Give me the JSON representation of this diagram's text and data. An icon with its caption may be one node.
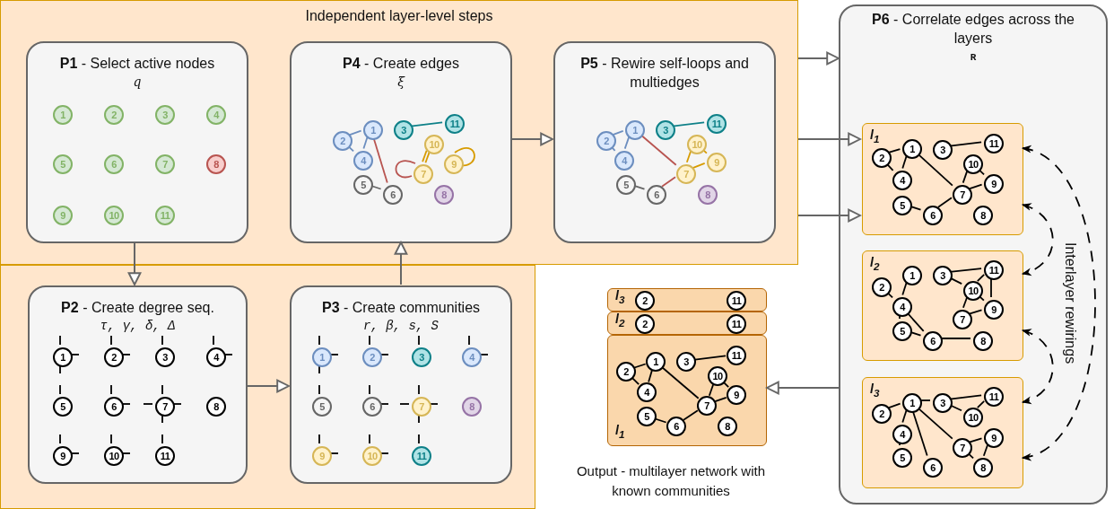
{
  "diagram": {
    "nodes": [
      {
        "text": [
          "Independent layer-level steps"
        ]
      },
      {
        "text": [
          "**P1** - Select active nodes",
          "q"
        ],
        "in": 0
      },
      {
        "text": [
          "1"
        ],
        "in": 1
      },
      {
        "text": [
          "2"
        ],
        "in": 1
      },
      {
        "text": [
          "3"
        ],
        "in": 1
      },
      {
        "text": [
          "4"
        ],
        "in": 1
      },
      {
        "text": [
          "5"
        ],
        "in": 1
      },
      {
        "text": [
          "6"
        ],
        "in": 1
      },
      {
        "text": [
          "7"
        ],
        "in": 1
      },
      {
        "text": [
          "8"
        ],
        "in": 1
      },
      {
        "text": [
          "9"
        ],
        "in": 1
      },
      {
        "text": [
          "10"
        ],
        "in": 1
      },
      {
        "text": [
          "11"
        ],
        "in": 1
      },
      {
        "text": [
          "**P4** - Create edges",
          "ξ"
        ],
        "in": 0
      },
      {
        "text": [
          "1"
        ],
        "in": 13
      },
      {
        "text": [
          "2"
        ],
        "in": 13
      },
      {
        "text": [
          "3"
        ],
        "in": 13
      },
      {
        "text": [
          "4"
        ],
        "in": 13
      },
      {
        "text": [
          "5"
        ],
        "in": 13
      },
      {
        "text": [
          "6"
        ],
        "in": 13
      },
      {
        "text": [
          "7"
        ],
        "in": 13
      },
      {
        "text": [
          "8"
        ],
        "in": 13
      },
      {
        "text": [
          "9"
        ],
        "in": 13
      },
      {
        "text": [
          "10"
        ],
        "in": 13
      },
      {
        "text": [
          "11"
        ],
        "in": 13
      },
      {
        "text": [
          "**P5** - Rewire self-loops and multiedges"
        ],
        "in": 0
      },
      {
        "text": [
          "1"
        ],
        "in": 25
      },
      {
        "text": [
          "2"
        ],
        "in": 25
      },
      {
        "text": [
          "3"
        ],
        "in": 25
      },
      {
        "text": [
          "4"
        ],
        "in": 25
      },
      {
        "text": [
          "5"
        ],
        "in": 25
      },
      {
        "text": [
          "6"
        ],
        "in": 25
      },
      {
        "text": [
          "7"
        ],
        "in": 25
      },
      {
        "text": [
          "8"
        ],
        "in": 25
      },
      {
        "text": [
          "9"
        ],
        "in": 25
      },
      {
        "text": [
          "10"
        ],
        "in": 25
      },
      {
        "text": [
          "11"
        ],
        "in": 25
      },
      {
        "text": [],
        "shape": "box"
      },
      {
        "text": [
          "**P2** - Create degree seq.",
          "τ, γ, δ, Δ"
        ],
        "in": 37
      },
      {
        "text": [
          "1"
        ],
        "in": 38
      },
      {
        "text": [
          "2"
        ],
        "in": 38
      },
      {
        "text": [
          "3"
        ],
        "in": 38
      },
      {
        "text": [
          "4"
        ],
        "in": 38
      },
      {
        "text": [
          "5"
        ],
        "in": 38
      },
      {
        "text": [
          "6"
        ],
        "in": 38
      },
      {
        "text": [
          "7"
        ],
        "in": 38
      },
      {
        "text": [
          "8"
        ],
        "in": 38
      },
      {
        "text": [
          "9"
        ],
        "in": 38
      },
      {
        "text": [
          "10"
        ],
        "in": 38
      },
      {
        "text": [
          "11"
        ],
        "in": 38
      },
      {
        "text": [
          "**P3** - Create communities",
          "r, β, s, S"
        ],
        "in": 37
      },
      {
        "text": [
          "1"
        ],
        "in": 50
      },
      {
        "text": [
          "2"
        ],
        "in": 50
      },
      {
        "text": [
          "3"
        ],
        "in": 50
      },
      {
        "text": [
          "4"
        ],
        "in": 50
      },
      {
        "text": [
          "5"
        ],
        "in": 50
      },
      {
        "text": [
          "6"
        ],
        "in": 50
      },
      {
        "text": [
          "7"
        ],
        "in": 50
      },
      {
        "text": [
          "8"
        ],
        "in": 50
      },
      {
        "text": [
          "9"
        ],
        "in": 50
      },
      {
        "text": [
          "10"
        ],
        "in": 50
      },
      {
        "text": [
          "11"
        ],
        "in": 50
      },
      {
        "text": [
          "**P6** - Correlate edges across the layers",
          "R"
        ]
      },
      {
        "text": [
          "l$_{1}$"
        ],
        "in": 62
      },
      {
        "text": [
          "1"
        ],
        "in": 63
      },
      {
        "text": [
          "2"
        ],
        "in": 63
      },
      {
        "text": [
          "3"
        ],
        "in": 63
      },
      {
        "text": [
          "4"
        ],
        "in": 63
      },
      {
        "text": [
          "5"
        ],
        "in": 63
      },
      {
        "text": [
          "6"
        ],
        "in": 63
      },
      {
        "text": [
          "7"
        ],
        "in": 63
      },
      {
        "text": [
          "8"
        ],
        "in": 63
      },
      {
        "text": [
          "9"
        ],
        "in": 63
      },
      {
        "text": [
          "10"
        ],
        "in": 63
      },
      {
        "text": [
          "11"
        ],
        "in": 63
      },
      {
        "text": [
          "l$_{2}$"
        ],
        "in": 62
      },
      {
        "text": [
          "1"
        ],
        "in": 75
      },
      {
        "text": [
          "2"
        ],
        "in": 75
      },
      {
        "text": [
          "3"
        ],
        "in": 75
      },
      {
        "text": [
          "4"
        ],
        "in": 75
      },
      {
        "text": [
          "5"
        ],
        "in": 75
      },
      {
        "text": [
          "6"
        ],
        "in": 75
      },
      {
        "text": [
          "7"
        ],
        "in": 75
      },
      {
        "text": [
          "8"
        ],
        "in": 75
      },
      {
        "text": [
          "9"
        ],
        "in": 75
      },
      {
        "text": [
          "10"
        ],
        "in": 75
      },
      {
        "text": [
          "11"
        ],
        "in": 75
      },
      {
        "text": [
          "l$_{3}$"
        ],
        "in": 62
      },
      {
        "text": [
          "1"
        ],
        "in": 87
      },
      {
        "text": [
          "2"
        ],
        "in": 87
      },
      {
        "text": [
          "3"
        ],
        "in": 87
      },
      {
        "text": [
          "4"
        ],
        "in": 87
      },
      {
        "text": [
          "5"
        ],
        "in": 87
      },
      {
        "text": [
          "6"
        ],
        "in": 87
      },
      {
        "text": [
          "7"
        ],
        "in": 87
      },
      {
        "text": [
          "8"
        ],
        "in": 87
      },
      {
        "text": [
          "9"
        ],
        "in": 87
      },
      {
        "text": [
          "10"
        ],
        "in": 87
      },
      {
        "text": [
          "11"
        ],
        "in": 87
      },
      {
        "text": [
          "l$_{3}$"
        ]
      },
      {
        "text": [
          "2"
        ],
        "in": 99
      },
      {
        "text": [
          "11"
        ],
        "in": 99
      },
      {
        "text": [
          "l$_{2}$"
        ]
      },
      {
        "text": [
          "2"
        ],
        "in": 102
      },
      {
        "text": [
          "11"
        ],
        "in": 102
      },
      {
        "text": [
          "l$_{1}$"
        ]
      },
      {
        "text": [
          "1"
        ],
        "in": 105
      },
      {
        "text": [
          "2"
        ],
        "in": 105
      },
      {
        "text": [
          "3"
        ],
        "in": 105
      },
      {
        "text": [
          "4"
        ],
        "in": 105
      },
      {
        "text": [
          "5"
        ],
        "in": 105
      },
      {
        "text": [
          "6"
        ],
        "in": 105
      },
      {
        "text": [
          "7"
        ],
        "in": 105
      },
      {
        "text": [
          "8"
        ],
        "in": 105
      },
      {
        "text": [
          "9"
        ],
        "in": 105
      },
      {
        "text": [
          "10"
        ],
        "in": 105
      },
      {
        "text": [
          "11"
        ],
        "in": 105
      }
    ],
    "edges": [
      {
        "from": 1,
        "to": 38,
        "arrow": "to",
        "color": "#666666"
      },
      {
        "from": 38,
        "to": 50,
        "arrow": "to",
        "color": "#666666"
      },
      {
        "from": 50,
        "to": 13,
        "arrow": "to",
        "color": "#666666"
      },
      {
        "from": 13,
        "to": 25,
        "arrow": "to",
        "color": "#666666"
      },
      {
        "from": 0,
        "to": 62,
        "arrow": "to",
        "color": "#666666"
      },
      {
        "from": 0,
        "to": 63,
        "arrow": "to",
        "color": "#666666"
      },
      {
        "from": 0,
        "to": 63,
        "arrow": "to",
        "color": "#666666"
      },
      {
        "from": 62,
        "to": 105,
        "arrow": "to",
        "color": "#666666"
      },
      {
        "from": 63,
        "to": 75,
        "arrow": "both",
        "style": "dashed"
      },
      {
        "from": 75,
        "to": 87,
        "arrow": "both",
        "style": "dashed"
      },
      {
        "from": 63,
        "to": 87,
        "arrow": "both",
        "style": "dashed",
        "label": "Interlayer rewirings"
      },
      {
        "from": 39,
        "to": null,
        "arrow": "none"
      },
      {
        "from": 39,
        "to": null,
        "arrow": "none"
      },
      {
        "from": 39,
        "to": null,
        "arrow": "none"
      },
      {
        "from": 40,
        "to": null,
        "arrow": "none"
      },
      {
        "from": 40,
        "to": null,
        "arrow": "none"
      },
      {
        "from": 41,
        "to": null,
        "arrow": "none"
      },
      {
        "from": 42,
        "to": null,
        "arrow": "none"
      },
      {
        "from": 42,
        "to": null,
        "arrow": "none"
      },
      {
        "from": 43,
        "to": null,
        "arrow": "none"
      },
      {
        "from": 44,
        "to": null,
        "arrow": "none"
      },
      {
        "from": 44,
        "to": null,
        "arrow": "none"
      },
      {
        "from": 45,
        "to": null,
        "arrow": "none"
      },
      {
        "from": 45,
        "to": null,
        "arrow": "none"
      },
      {
        "from": 45,
        "to": null,
        "arrow": "none"
      },
      {
        "from": 45,
        "to": null,
        "arrow": "none"
      },
      {
        "from": 47,
        "to": null,
        "arrow": "none"
      },
      {
        "from": 47,
        "to": null,
        "arrow": "none"
      },
      {
        "from": 48,
        "to": null,
        "arrow": "none"
      },
      {
        "from": 48,
        "to": null,
        "arrow": "none"
      },
      {
        "from": 49,
        "to": null,
        "arrow": "none"
      },
      {
        "from": 51,
        "to": null,
        "arrow": "none"
      },
      {
        "from": 51,
        "to": null,
        "arrow": "none"
      },
      {
        "from": 51,
        "to": null,
        "arrow": "none"
      },
      {
        "from": 52,
        "to": null,
        "arrow": "none"
      },
      {
        "from": 52,
        "to": null,
        "arrow": "none"
      },
      {
        "from": 53,
        "to": null,
        "arrow": "none"
      },
      {
        "from": 54,
        "to": null,
        "arrow": "none"
      },
      {
        "from": 54,
        "to": null,
        "arrow": "none"
      },
      {
        "from": 55,
        "to": null,
        "arrow": "none"
      },
      {
        "from": 56,
        "to": null,
        "arrow": "none"
      },
      {
        "from": 56,
        "to": null,
        "arrow": "none"
      },
      {
        "from": 57,
        "to": null,
        "arrow": "none"
      },
      {
        "from": 57,
        "to": null,
        "arrow": "none"
      },
      {
        "from": 57,
        "to": null,
        "arrow": "none"
      },
      {
        "from": 57,
        "to": null,
        "arrow": "none"
      },
      {
        "from": 59,
        "to": null,
        "arrow": "none"
      },
      {
        "from": 59,
        "to": null,
        "arrow": "none"
      },
      {
        "from": 60,
        "to": null,
        "arrow": "none"
      },
      {
        "from": 60,
        "to": null,
        "arrow": "none"
      },
      {
        "from": 61,
        "to": null,
        "arrow": "none"
      },
      {
        "from": 14,
        "to": 15,
        "arrow": "none",
        "color": "#6c8ebf"
      },
      {
        "from": 14,
        "to": 17,
        "arrow": "none",
        "color": "#6c8ebf"
      },
      {
        "from": 15,
        "to": 17,
        "arrow": "none",
        "color": "#6c8ebf"
      },
      {
        "from": 14,
        "to": 19,
        "arrow": "none",
        "color": "#b85450"
      },
      {
        "from": 18,
        "to": 19,
        "arrow": "none",
        "color": "#666666"
      },
      {
        "from": 16,
        "to": 24,
        "arrow": "none",
        "color": "#0e8088"
      },
      {
        "from": 20,
        "to": 23,
        "arrow": "none",
        "color": "#d79b00"
      },
      {
        "from": 20,
        "to": 23,
        "arrow": "none",
        "color": "#d79b00"
      },
      {
        "from": 20,
        "to": 20,
        "arrow": "none",
        "color": "#b85450"
      },
      {
        "from": 22,
        "to": 22,
        "arrow": "none",
        "color": "#d79b00"
      },
      {
        "from": 26,
        "to": 27,
        "arrow": "none",
        "color": "#6c8ebf"
      },
      {
        "from": 26,
        "to": 29,
        "arrow": "none",
        "color": "#6c8ebf"
      },
      {
        "from": 27,
        "to": 29,
        "arrow": "none",
        "color": "#6c8ebf"
      },
      {
        "from": 28,
        "to": 36,
        "arrow": "none",
        "color": "#0e8088"
      },
      {
        "from": 26,
        "to": 32,
        "arrow": "none",
        "color": "#b85450"
      },
      {
        "from": 31,
        "to": 32,
        "arrow": "none",
        "color": "#b85450"
      },
      {
        "from": 30,
        "to": 31,
        "arrow": "none",
        "color": "#666666"
      },
      {
        "from": 32,
        "to": 35,
        "arrow": "none",
        "color": "#d79b00"
      },
      {
        "from": 35,
        "to": 34,
        "arrow": "none",
        "color": "#d79b00"
      },
      {
        "from": 32,
        "to": 34,
        "arrow": "none",
        "color": "#d79b00"
      },
      {
        "from": 64,
        "to": 65,
        "arrow": "none"
      },
      {
        "from": 65,
        "to": 67,
        "arrow": "none"
      },
      {
        "from": 64,
        "to": 67,
        "arrow": "none"
      },
      {
        "from": 64,
        "to": 70,
        "arrow": "none"
      },
      {
        "from": 66,
        "to": 74,
        "arrow": "none"
      },
      {
        "from": 73,
        "to": 70,
        "arrow": "none"
      },
      {
        "from": 73,
        "to": 72,
        "arrow": "none"
      },
      {
        "from": 70,
        "to": 72,
        "arrow": "none"
      },
      {
        "from": 68,
        "to": 69,
        "arrow": "none"
      },
      {
        "from": 69,
        "to": 70,
        "arrow": "none"
      },
      {
        "from": 77,
        "to": 79,
        "arrow": "none"
      },
      {
        "from": 76,
        "to": 79,
        "arrow": "none"
      },
      {
        "from": 79,
        "to": 80,
        "arrow": "none"
      },
      {
        "from": 79,
        "to": 81,
        "arrow": "none"
      },
      {
        "from": 80,
        "to": 81,
        "arrow": "none"
      },
      {
        "from": 81,
        "to": 83,
        "arrow": "none"
      },
      {
        "from": 78,
        "to": 86,
        "arrow": "none"
      },
      {
        "from": 78,
        "to": 85,
        "arrow": "none"
      },
      {
        "from": 85,
        "to": 86,
        "arrow": "none"
      },
      {
        "from": 86,
        "to": 84,
        "arrow": "none"
      },
      {
        "from": 85,
        "to": 84,
        "arrow": "none"
      },
      {
        "from": 85,
        "to": 82,
        "arrow": "none"
      },
      {
        "from": 82,
        "to": 84,
        "arrow": "none"
      },
      {
        "from": 89,
        "to": 88,
        "arrow": "none"
      },
      {
        "from": 88,
        "to": 90,
        "arrow": "none"
      },
      {
        "from": 88,
        "to": 91,
        "arrow": "none"
      },
      {
        "from": 91,
        "to": 92,
        "arrow": "none"
      },
      {
        "from": 88,
        "to": 93,
        "arrow": "none"
      },
      {
        "from": 88,
        "to": 94,
        "arrow": "none"
      },
      {
        "from": 90,
        "to": 98,
        "arrow": "none"
      },
      {
        "from": 90,
        "to": 97,
        "arrow": "none"
      },
      {
        "from": 97,
        "to": 98,
        "arrow": "none"
      },
      {
        "from": 94,
        "to": 96,
        "arrow": "none"
      },
      {
        "from": 96,
        "to": 95,
        "arrow": "none"
      },
      {
        "from": 94,
        "to": 95,
        "arrow": "none"
      },
      {
        "from": 106,
        "to": 107,
        "arrow": "none"
      },
      {
        "from": 107,
        "to": 109,
        "arrow": "none"
      },
      {
        "from": 106,
        "to": 109,
        "arrow": "none"
      },
      {
        "from": 106,
        "to": 112,
        "arrow": "none"
      },
      {
        "from": 108,
        "to": 116,
        "arrow": "none"
      },
      {
        "from": 115,
        "to": 112,
        "arrow": "none"
      },
      {
        "from": 115,
        "to": 114,
        "arrow": "none"
      },
      {
        "from": 112,
        "to": 114,
        "arrow": "none"
      },
      {
        "from": 110,
        "to": 111,
        "arrow": "none"
      },
      {
        "from": 111,
        "to": 112,
        "arrow": "none"
      }
    ],
    "labels": [
      "Output - multilayer network with known communities"
    ]
  }
}
